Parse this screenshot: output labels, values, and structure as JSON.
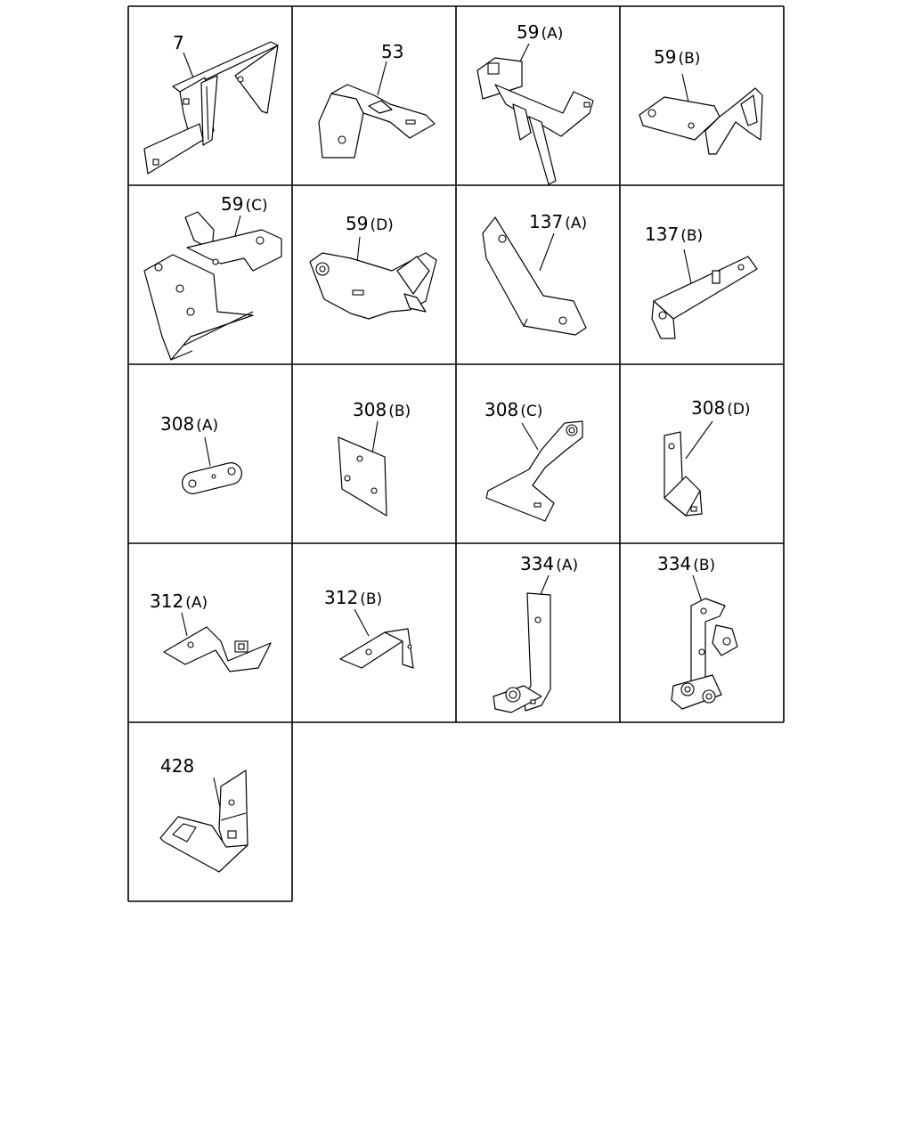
{
  "diagram": {
    "panels": [
      {
        "id": "7",
        "label": "7"
      },
      {
        "id": "53",
        "label": "53"
      },
      {
        "id": "59a",
        "label": "59",
        "suffix": "(A)"
      },
      {
        "id": "59b",
        "label": "59",
        "suffix": "(B)"
      },
      {
        "id": "59c",
        "label": "59",
        "suffix": "(C)"
      },
      {
        "id": "59d",
        "label": "59",
        "suffix": "(D)"
      },
      {
        "id": "137a",
        "label": "137",
        "suffix": "(A)"
      },
      {
        "id": "137b",
        "label": "137",
        "suffix": "(B)"
      },
      {
        "id": "308a",
        "label": "308",
        "suffix": "(A)"
      },
      {
        "id": "308b",
        "label": "308",
        "suffix": "(B)"
      },
      {
        "id": "308c",
        "label": "308",
        "suffix": "(C)"
      },
      {
        "id": "308d",
        "label": "308",
        "suffix": "(D)"
      },
      {
        "id": "312a",
        "label": "312",
        "suffix": "(A)"
      },
      {
        "id": "312b",
        "label": "312",
        "suffix": "(B)"
      },
      {
        "id": "334a",
        "label": "334",
        "suffix": "(A)"
      },
      {
        "id": "334b",
        "label": "334",
        "suffix": "(B)"
      },
      {
        "id": "428",
        "label": "428"
      }
    ]
  }
}
